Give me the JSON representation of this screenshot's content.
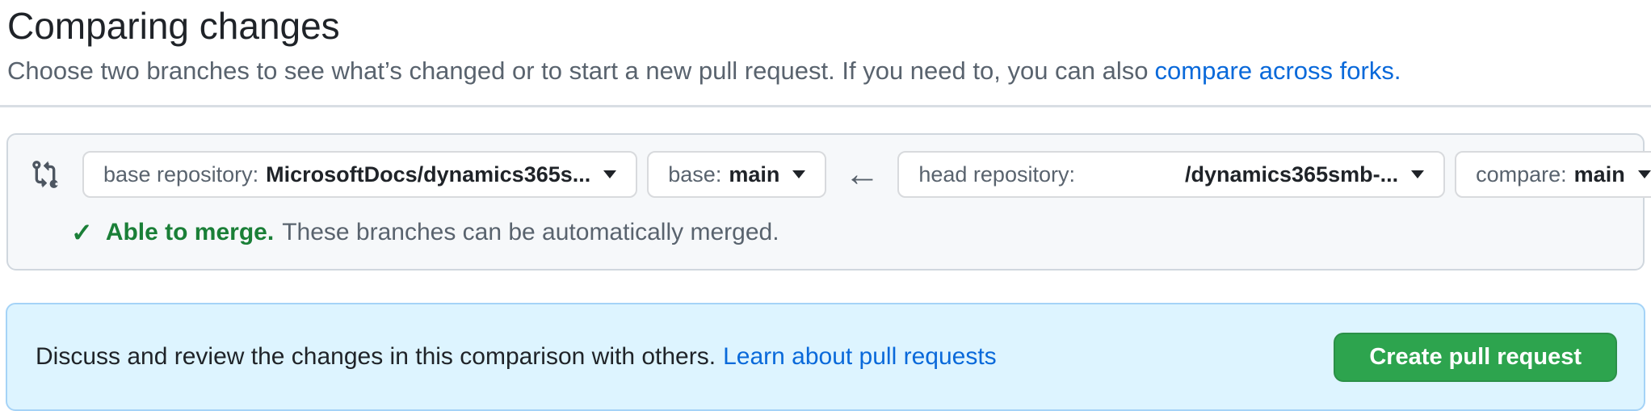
{
  "page": {
    "title": "Comparing changes",
    "subtitle_text": "Choose two branches to see what’s changed or to start a new pull request. If you need to, you can also",
    "subtitle_link": "compare across forks."
  },
  "branch_selector": {
    "compare_icon": "git-compare-icon",
    "arrow_glyph": "←",
    "base_repo": {
      "label": "base repository:",
      "value": "MicrosoftDocs/dynamics365s..."
    },
    "base_branch": {
      "label": "base:",
      "value": "main"
    },
    "head_repo": {
      "label": "head repository:",
      "value": "/dynamics365smb-..."
    },
    "compare_branch": {
      "label": "compare:",
      "value": "main"
    },
    "merge_status": {
      "check_glyph": "✓",
      "status": "Able to merge.",
      "description": "These branches can be automatically merged."
    }
  },
  "pr_banner": {
    "message": "Discuss and review the changes in this comparison with others.",
    "link": "Learn about pull requests",
    "button_label": "Create pull request"
  },
  "colors": {
    "link_blue": "#0969da",
    "success_green": "#1a7f37",
    "button_green": "#2da44e",
    "banner_bg": "#ddf4ff",
    "banner_border": "#a5d3f7",
    "box_bg": "#f6f8fa",
    "box_border": "#d0d7de",
    "text_primary": "#1f2328",
    "text_muted": "#59636e"
  }
}
